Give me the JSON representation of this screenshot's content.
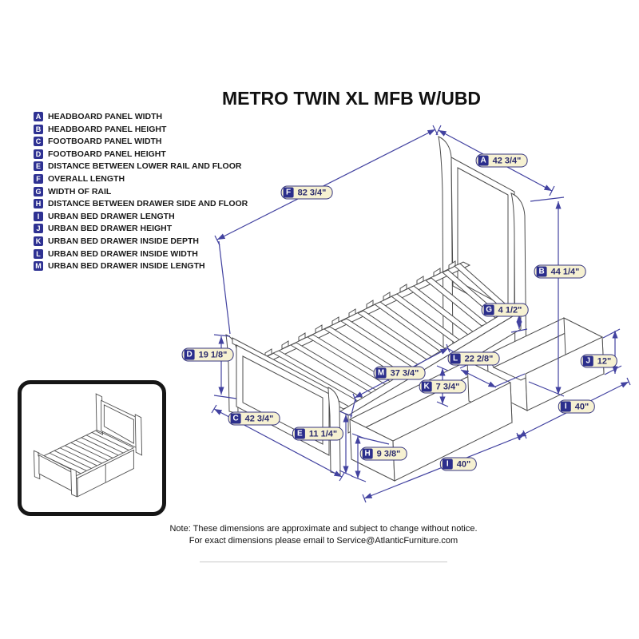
{
  "title": "METRO TWIN XL MFB W/UBD",
  "legend": {
    "items": [
      {
        "letter": "A",
        "label": "HEADBOARD PANEL WIDTH"
      },
      {
        "letter": "B",
        "label": "HEADBOARD PANEL HEIGHT"
      },
      {
        "letter": "C",
        "label": "FOOTBOARD PANEL WIDTH"
      },
      {
        "letter": "D",
        "label": "FOOTBOARD PANEL HEIGHT"
      },
      {
        "letter": "E",
        "label": "DISTANCE BETWEEN LOWER RAIL AND FLOOR"
      },
      {
        "letter": "F",
        "label": "OVERALL LENGTH"
      },
      {
        "letter": "G",
        "label": "WIDTH OF RAIL"
      },
      {
        "letter": "H",
        "label": "DISTANCE BETWEEN DRAWER SIDE AND FLOOR"
      },
      {
        "letter": "I",
        "label": "URBAN BED DRAWER LENGTH"
      },
      {
        "letter": "J",
        "label": "URBAN BED DRAWER HEIGHT"
      },
      {
        "letter": "K",
        "label": "URBAN BED DRAWER INSIDE DEPTH"
      },
      {
        "letter": "L",
        "label": "URBAN BED DRAWER INSIDE WIDTH"
      },
      {
        "letter": "M",
        "label": "URBAN BED DRAWER INSIDE LENGTH"
      }
    ]
  },
  "dims": {
    "A": {
      "letter": "A",
      "value": "42 3/4\""
    },
    "B": {
      "letter": "B",
      "value": "44 1/4\""
    },
    "C": {
      "letter": "C",
      "value": "42 3/4\""
    },
    "D": {
      "letter": "D",
      "value": "19 1/8\""
    },
    "E": {
      "letter": "E",
      "value": "11 1/4\""
    },
    "F": {
      "letter": "F",
      "value": "82 3/4\""
    },
    "G": {
      "letter": "G",
      "value": "4 1/2\""
    },
    "H": {
      "letter": "H",
      "value": "9 3/8\""
    },
    "I": {
      "letter": "I",
      "value": "40\""
    },
    "J": {
      "letter": "J",
      "value": "12\""
    },
    "K": {
      "letter": "K",
      "value": "7 3/4\""
    },
    "L": {
      "letter": "L",
      "value": "22 2/8\""
    },
    "M": {
      "letter": "M",
      "value": "37 3/4\""
    }
  },
  "note": {
    "line1": "Note:  These dimensions are approximate and subject to change without notice.",
    "line2": "For exact dimensions please email to Service@AtlanticFurniture.com"
  },
  "colors": {
    "dimension_line": "#4242a0",
    "label_background": "#f6f1d2",
    "label_border": "#35357f",
    "chip_background": "#2b2e8c",
    "chip_text": "#ffffff",
    "artwork_line": "#4d4d4d"
  }
}
